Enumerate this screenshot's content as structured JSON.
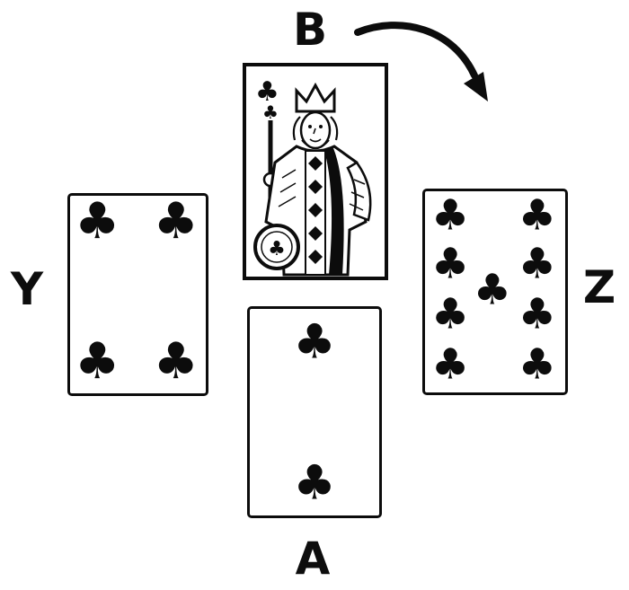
{
  "labels": {
    "b": "B",
    "y": "Y",
    "z": "Z",
    "a": "A"
  },
  "suit_symbol": "♣",
  "cards": {
    "b": {
      "name": "King of Clubs",
      "rank": "K",
      "suit": "♣",
      "position": "top-center"
    },
    "y": {
      "name": "Four of Clubs",
      "suit": "♣",
      "pips": 4,
      "position": "left"
    },
    "z": {
      "name": "Nine of Clubs",
      "suit": "♣",
      "pips": 9,
      "position": "right"
    },
    "a": {
      "name": "Two of Clubs",
      "suit": "♣",
      "pips": 2,
      "position": "bottom-center"
    }
  },
  "arrow": {
    "from": "B",
    "to": "Z",
    "style": "curved",
    "direction": "down-right"
  },
  "colors": {
    "ink": "#0c0c0c",
    "paper": "#ffffff"
  }
}
